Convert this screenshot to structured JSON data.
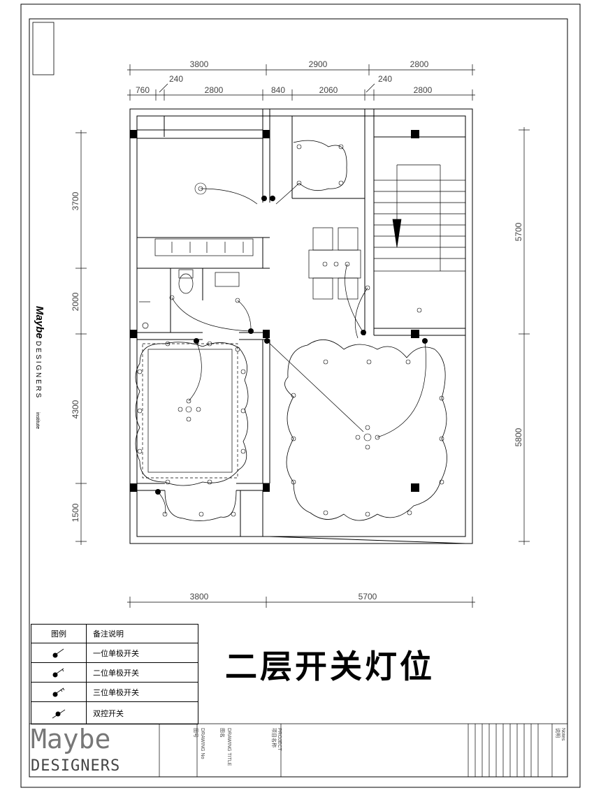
{
  "drawing_title": "二层开关灯位",
  "dimensions": {
    "top_row1": [
      "3800",
      "2900",
      "2800"
    ],
    "top_row2": [
      "760",
      "240",
      "2800",
      "840",
      "2060",
      "240",
      "2800"
    ],
    "left": [
      "3700",
      "2000",
      "4300",
      "1500"
    ],
    "right": [
      "5700",
      "5800"
    ],
    "bottom": [
      "3800",
      "5700"
    ]
  },
  "legend": {
    "header_symbol": "图例",
    "header_note": "备注说明",
    "items": [
      {
        "label": "一位单极开关",
        "icon": "single-gang-switch-icon"
      },
      {
        "label": "二位单极开关",
        "icon": "double-gang-switch-icon"
      },
      {
        "label": "三位单极开关",
        "icon": "triple-gang-switch-icon"
      },
      {
        "label": "双控开关",
        "icon": "two-way-switch-icon"
      }
    ]
  },
  "branding": {
    "vertical_brand": "Maybe",
    "vertical_sub": "D E S I G N E R S",
    "vertical_inst": "institute",
    "big": "Maybe",
    "small": "DESIGNERS"
  },
  "title_block": {
    "drawing_no": "DRAWING No",
    "drawing_no_cn": "图号",
    "drawing_title": "DRAWING TITLE",
    "drawing_title_cn": "图名",
    "project": "PROJECT",
    "project_cn": "项目名称",
    "notes": "Notes",
    "notes_cn": "说明"
  },
  "colors": {
    "line": "#000000",
    "wall": "#000000",
    "grid": "#888888"
  }
}
